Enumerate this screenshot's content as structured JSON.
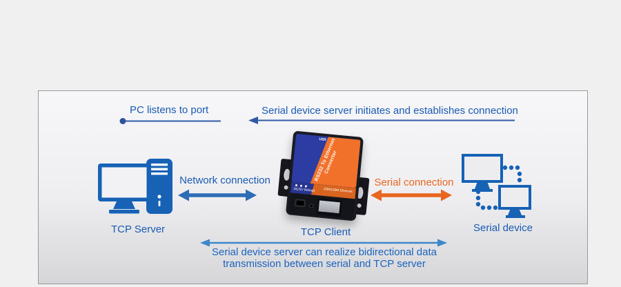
{
  "diagram": {
    "annotations": {
      "pc_listens": "PC listens to port",
      "server_initiates": "Serial device server initiates and establishes connection",
      "caption_line1": "Serial device server can realize bidirectional data",
      "caption_line2": "transmission between serial and TCP server"
    },
    "links": {
      "network_label": "Network connection",
      "serial_label": "Serial connection"
    },
    "nodes": {
      "tcp_server_label": "TCP Server",
      "tcp_client_label": "TCP Client",
      "serial_device_label": "Serial device"
    },
    "device": {
      "brand": "USR",
      "top_label_line1": "RS232 To Ethernet",
      "top_label_line2": "Converter",
      "front_left_label": "DC/5V Reload",
      "front_right_label": "10M/100M Ethernet"
    },
    "colors": {
      "text_blue": "#1b5ab2",
      "line_navy": "#2f5aa5",
      "arrow_blue": "#2d6db6",
      "arrow_light_blue": "#3f87c9",
      "orange": "#e8661f",
      "icon_blue": "#1762b5",
      "device_blue": "#2c3ca2",
      "device_orange": "#f2712a"
    }
  }
}
